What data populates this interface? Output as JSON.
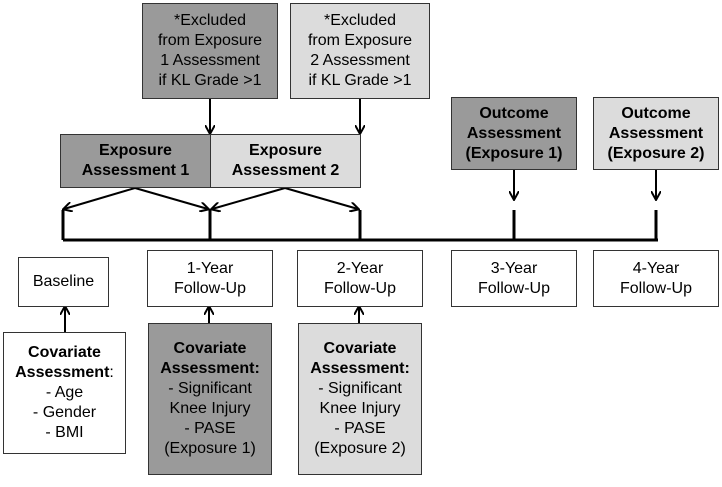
{
  "excl1": [
    "*Excluded",
    "from Exposure",
    "1 Assessment",
    "if KL Grade >1"
  ],
  "excl2": [
    "*Excluded",
    "from Exposure",
    "2 Assessment",
    "if KL Grade >1"
  ],
  "exp1": [
    "Exposure",
    "Assessment 1"
  ],
  "exp2": [
    "Exposure",
    "Assessment 2"
  ],
  "out1": [
    "Outcome",
    "Assessment",
    "(Exposure 1)"
  ],
  "out2": [
    "Outcome",
    "Assessment",
    "(Exposure 2)"
  ],
  "timepoints": {
    "baseline": [
      "Baseline"
    ],
    "y1": [
      "1-Year",
      "Follow-Up"
    ],
    "y2": [
      "2-Year",
      "Follow-Up"
    ],
    "y3": [
      "3-Year",
      "Follow-Up"
    ],
    "y4": [
      "4-Year",
      "Follow-Up"
    ]
  },
  "cov0": {
    "title": "Covariate",
    "title2": "Assessment",
    "colon": ":",
    "items": [
      "- Age",
      "- Gender",
      "- BMI"
    ]
  },
  "cov1": {
    "title": "Covariate",
    "title2": "Assessment:",
    "items": [
      "- Significant",
      "Knee Injury",
      "- PASE",
      "(Exposure 1)"
    ]
  },
  "cov2": {
    "title": "Covariate",
    "title2": "Assessment:",
    "items": [
      "- Significant",
      "Knee Injury",
      "- PASE",
      "(Exposure 2)"
    ]
  },
  "colors": {
    "dark": "#9a9a9a",
    "light": "#dcdcdc",
    "white": "#ffffff",
    "stroke": "#000000"
  }
}
